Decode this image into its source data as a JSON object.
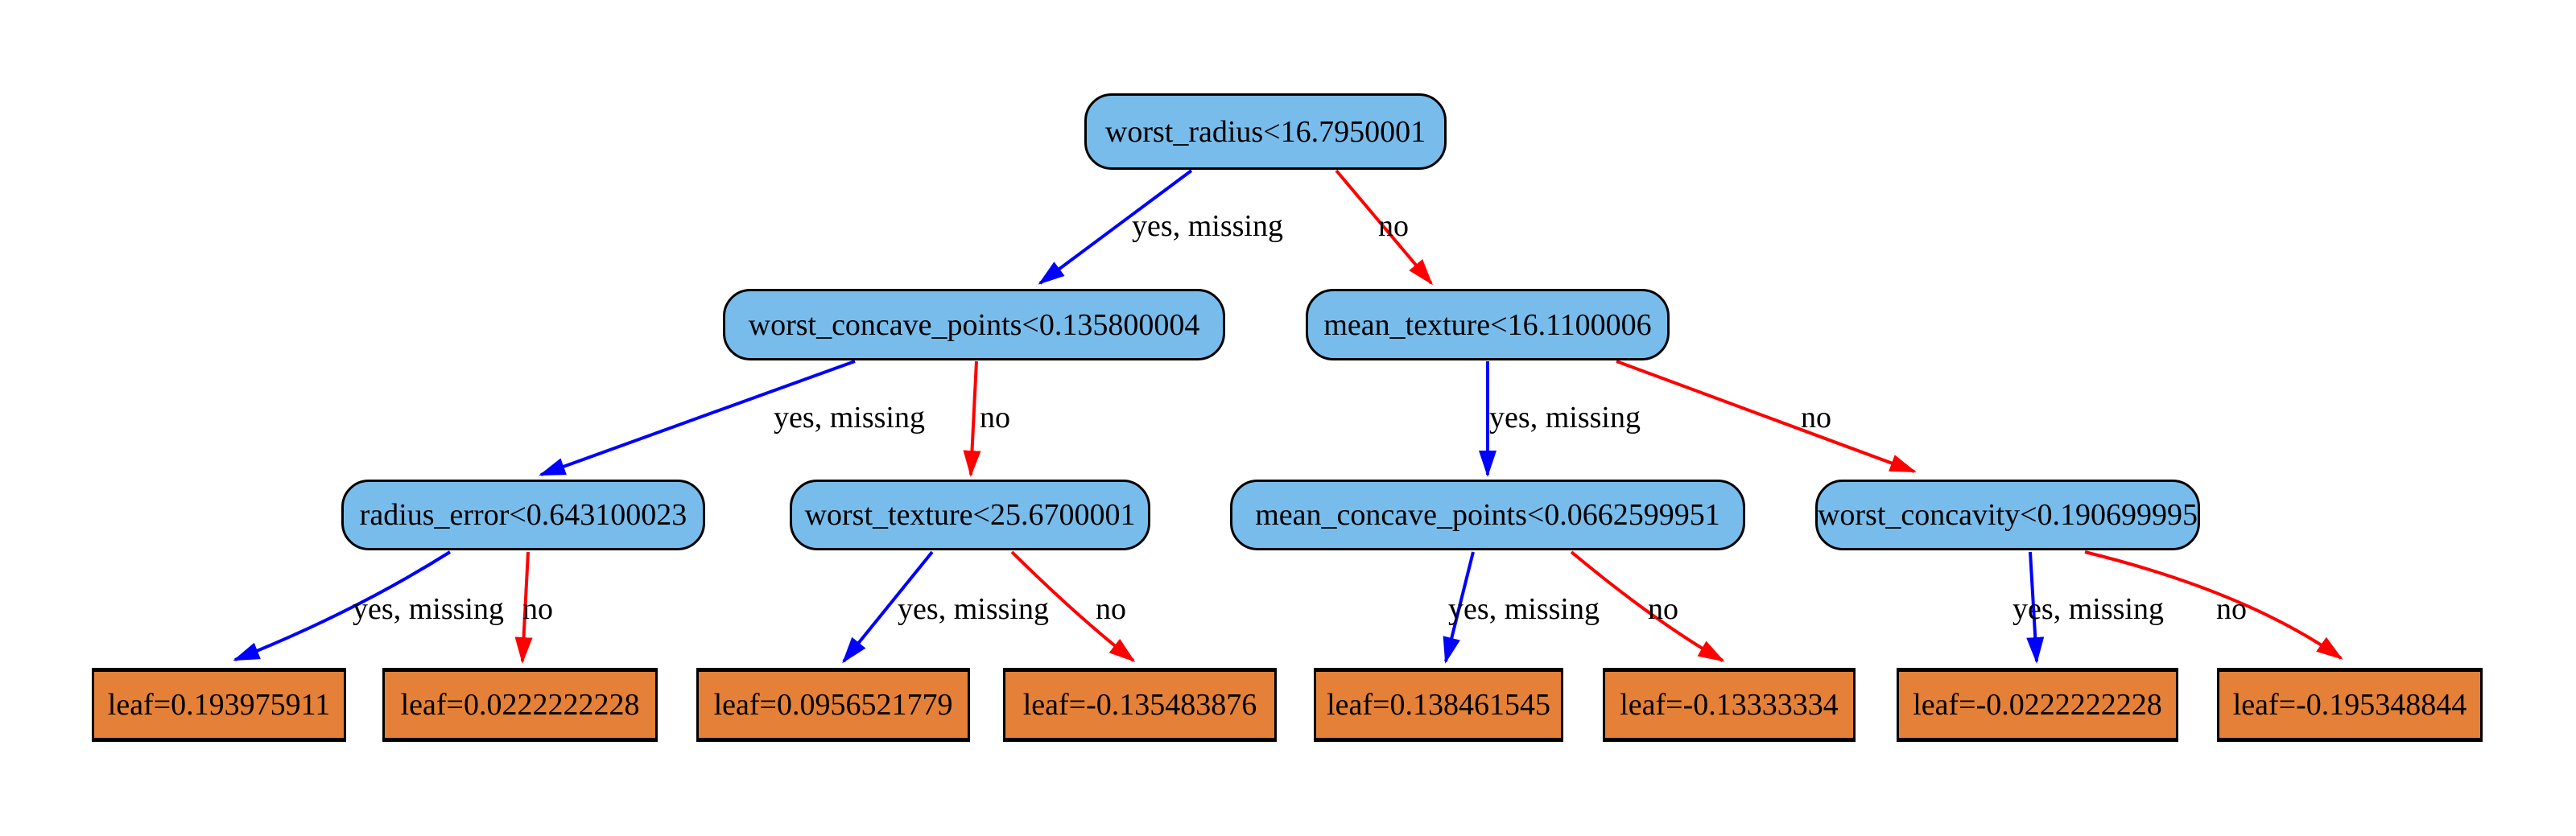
{
  "tree": {
    "description": "gradient-boosted decision tree",
    "colors": {
      "background": "#ffffff",
      "decision_node_fill": "#78bceb",
      "leaf_node_fill": "#e48038",
      "yes_edge_color": "#0000ff",
      "no_edge_color": "#ff0000",
      "node_border": "#000000",
      "text": "#000000"
    },
    "nodes": [
      {
        "id": "worst_radius",
        "label": "worst_radius<16.7950001",
        "feature": "worst_radius",
        "threshold": 16.7950001,
        "yes_child": "worst_concave_points",
        "no_child": "mean_texture"
      },
      {
        "id": "worst_concave_points",
        "label": "worst_concave_points<0.135800004",
        "feature": "worst_concave_points",
        "threshold": 0.135800004,
        "yes_child": "radius_error",
        "no_child": "worst_texture"
      },
      {
        "id": "mean_texture",
        "label": "mean_texture<16.1100006",
        "feature": "mean_texture",
        "threshold": 16.1100006,
        "yes_child": "mean_concave_points",
        "no_child": "worst_concavity"
      },
      {
        "id": "radius_error",
        "label": "radius_error<0.643100023",
        "feature": "radius_error",
        "threshold": 0.643100023,
        "yes_child": "leaf_0",
        "no_child": "leaf_1"
      },
      {
        "id": "worst_texture",
        "label": "worst_texture<25.6700001",
        "feature": "worst_texture",
        "threshold": 25.6700001,
        "yes_child": "leaf_2",
        "no_child": "leaf_3"
      },
      {
        "id": "mean_concave_points",
        "label": "mean_concave_points<0.0662599951",
        "feature": "mean_concave_points",
        "threshold": 0.0662599951,
        "yes_child": "leaf_4",
        "no_child": "leaf_5"
      },
      {
        "id": "worst_concavity",
        "label": "worst_concavity<0.190699995",
        "feature": "worst_concavity",
        "threshold": 0.190699995,
        "yes_child": "leaf_6",
        "no_child": "leaf_7"
      }
    ],
    "leaves": [
      {
        "id": "leaf_0",
        "label": "leaf=0.193975911",
        "value": 0.193975911
      },
      {
        "id": "leaf_1",
        "label": "leaf=0.0222222228",
        "value": 0.0222222228
      },
      {
        "id": "leaf_2",
        "label": "leaf=0.0956521779",
        "value": 0.0956521779
      },
      {
        "id": "leaf_3",
        "label": "leaf=-0.135483876",
        "value": -0.135483876
      },
      {
        "id": "leaf_4",
        "label": "leaf=0.138461545",
        "value": 0.138461545
      },
      {
        "id": "leaf_5",
        "label": "leaf=-0.13333334",
        "value": -0.13333334
      },
      {
        "id": "leaf_6",
        "label": "leaf=-0.0222222228",
        "value": -0.0222222228
      },
      {
        "id": "leaf_7",
        "label": "leaf=-0.195348844",
        "value": -0.195348844
      }
    ],
    "edges": [
      {
        "from": "worst_radius",
        "to": "worst_concave_points",
        "branch": "yes",
        "label": "yes, missing"
      },
      {
        "from": "worst_radius",
        "to": "mean_texture",
        "branch": "no",
        "label": "no"
      },
      {
        "from": "worst_concave_points",
        "to": "radius_error",
        "branch": "yes",
        "label": "yes, missing"
      },
      {
        "from": "worst_concave_points",
        "to": "worst_texture",
        "branch": "no",
        "label": "no"
      },
      {
        "from": "mean_texture",
        "to": "mean_concave_points",
        "branch": "yes",
        "label": "yes, missing"
      },
      {
        "from": "mean_texture",
        "to": "worst_concavity",
        "branch": "no",
        "label": "no"
      },
      {
        "from": "radius_error",
        "to": "leaf_0",
        "branch": "yes",
        "label": "yes, missing"
      },
      {
        "from": "radius_error",
        "to": "leaf_1",
        "branch": "no",
        "label": "no"
      },
      {
        "from": "worst_texture",
        "to": "leaf_2",
        "branch": "yes",
        "label": "yes, missing"
      },
      {
        "from": "worst_texture",
        "to": "leaf_3",
        "branch": "no",
        "label": "no"
      },
      {
        "from": "mean_concave_points",
        "to": "leaf_4",
        "branch": "yes",
        "label": "yes, missing"
      },
      {
        "from": "mean_concave_points",
        "to": "leaf_5",
        "branch": "no",
        "label": "no"
      },
      {
        "from": "worst_concavity",
        "to": "leaf_6",
        "branch": "yes",
        "label": "yes, missing"
      },
      {
        "from": "worst_concavity",
        "to": "leaf_7",
        "branch": "no",
        "label": "no"
      }
    ]
  }
}
